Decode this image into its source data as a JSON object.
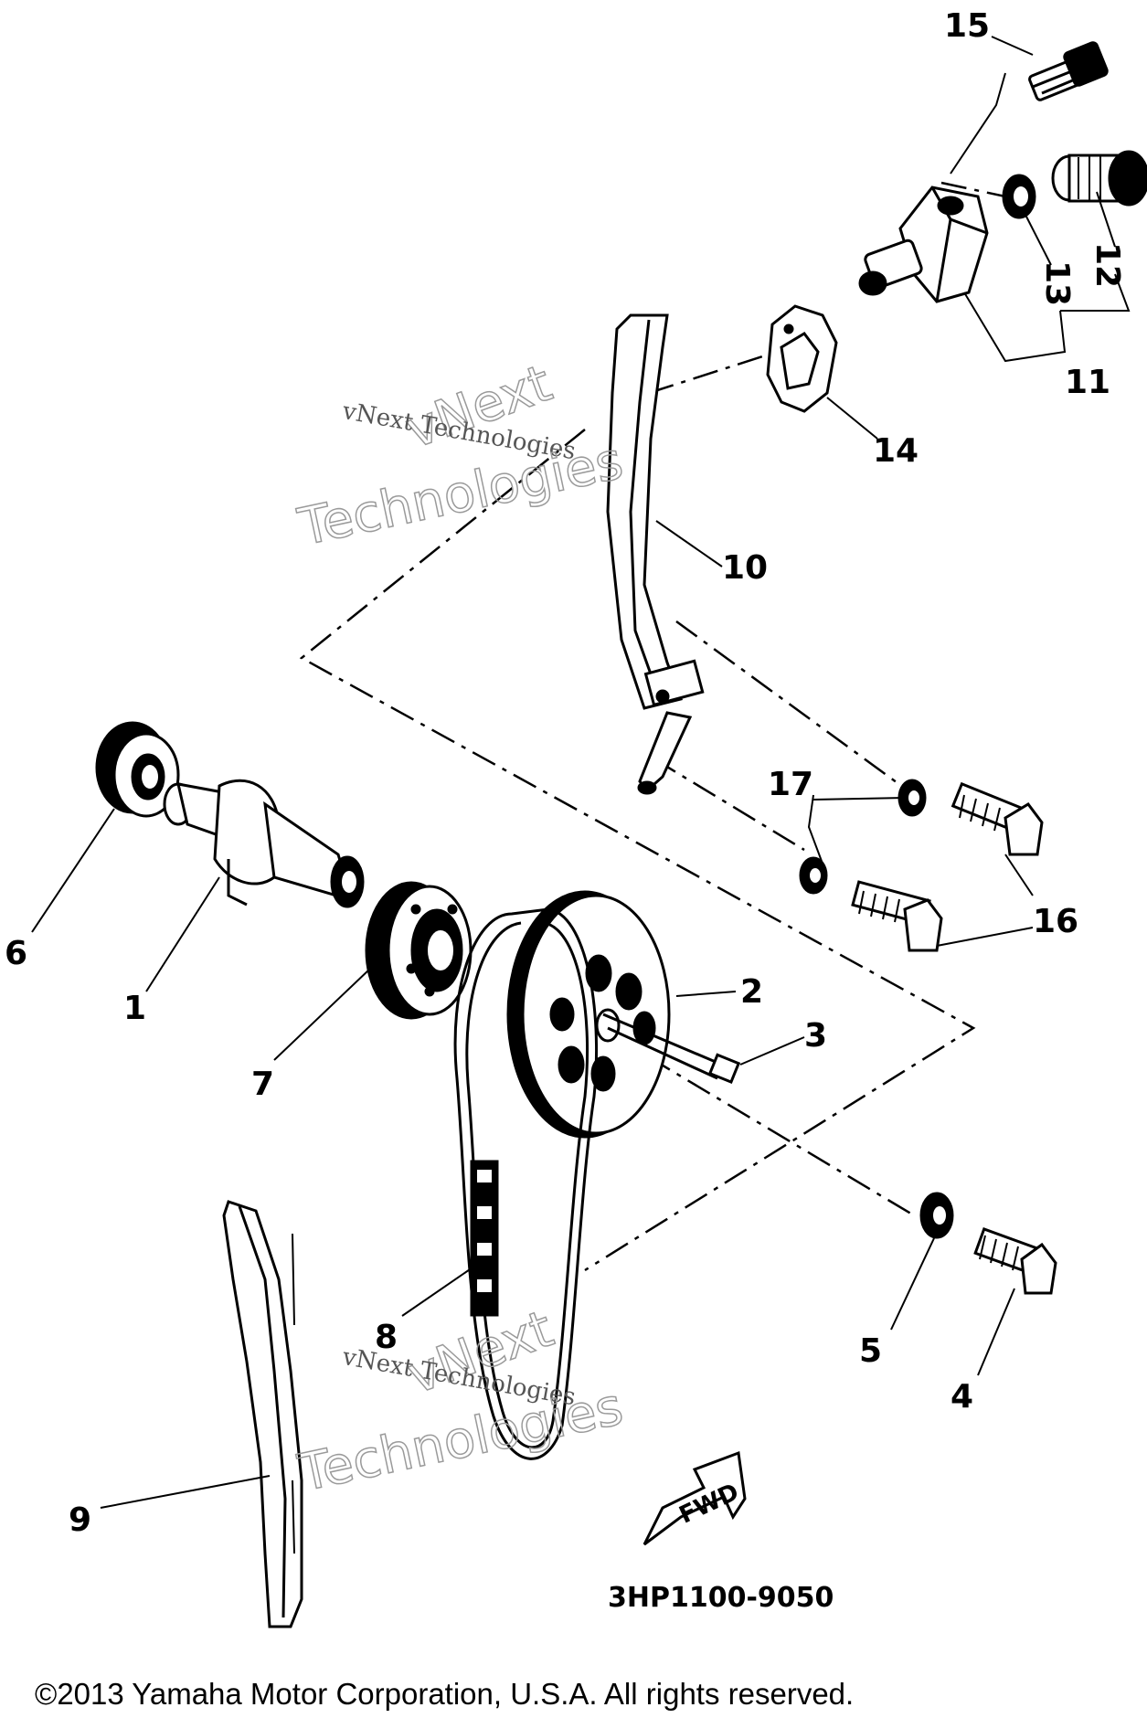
{
  "callouts": [
    "1",
    "2",
    "3",
    "4",
    "5",
    "6",
    "7",
    "8",
    "9",
    "10",
    "11",
    "12",
    "13",
    "14",
    "15",
    "16",
    "17"
  ],
  "part_code": "3HP1100-9050",
  "fwd_label": "FWD",
  "watermark": {
    "line1": "vNext",
    "line2": "vNext Technologies",
    "line3": "Technologies"
  },
  "copyright": "©2013 Yamaha Motor Corporation, U.S.A. All rights reserved."
}
